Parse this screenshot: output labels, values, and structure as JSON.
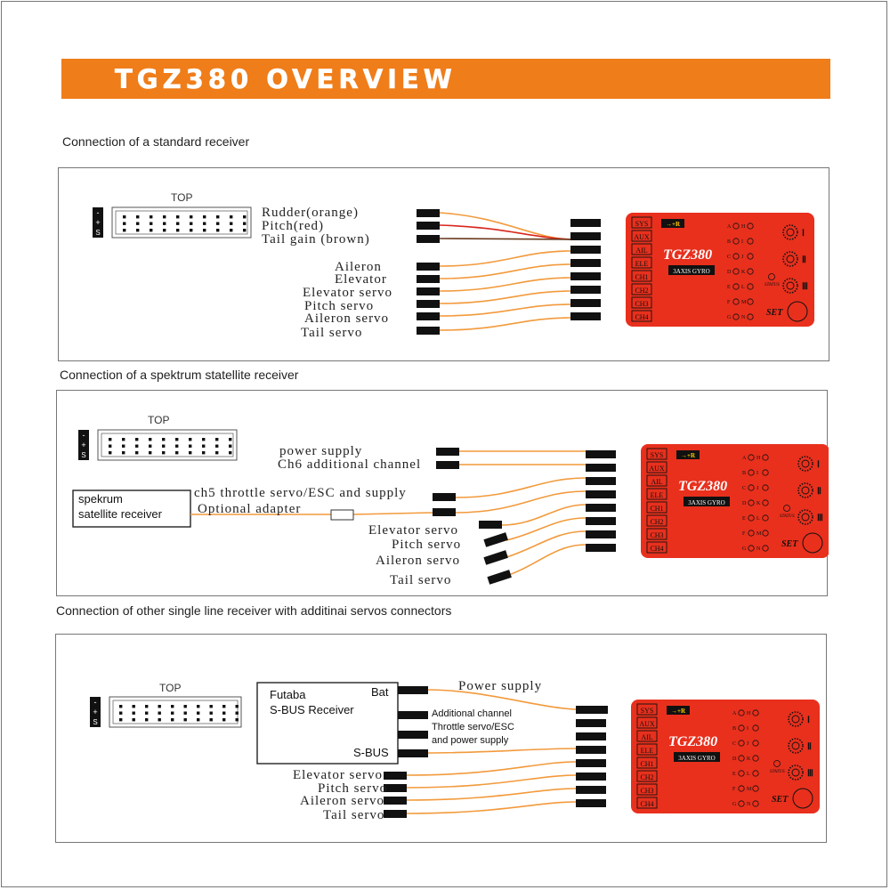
{
  "title": "TGZ380 OVERVIEW",
  "colors": {
    "banner": "#ef7d1a",
    "board": "#e8301d",
    "wire": "#f29a3c",
    "wire_red": "#d9261c",
    "wire_brown": "#6b3a1e"
  },
  "device": {
    "name": "TGZ380",
    "subtitle": "3AXIS GYRO",
    "ports": [
      "SYS",
      "AUX",
      "AIL",
      "ELE",
      "CH1",
      "CH2",
      "CH3",
      "CH4"
    ],
    "leds_left": [
      "A",
      "B",
      "C",
      "D",
      "E",
      "F",
      "G"
    ],
    "leds_right": [
      "H",
      "I",
      "J",
      "K",
      "L",
      "M",
      "N"
    ],
    "knobs": [
      "Ⅰ",
      "Ⅱ",
      "Ⅲ"
    ],
    "status_label": "STATUS",
    "set_label": "SET",
    "top_marker": "→+R"
  },
  "connector": {
    "top_label": "TOP",
    "pins": [
      "-",
      "+",
      "S"
    ]
  },
  "sections": [
    {
      "caption": "Connection  of a standard receiver",
      "labels": [
        "Rudder(orange)",
        "Pitch(red)",
        "Tail gain (brown)",
        "Aileron",
        "Elevator",
        "Elevator servo",
        "Pitch servo",
        "Aileron servo",
        "Tail servo"
      ]
    },
    {
      "caption": "Connection  of a spektrum statellite receiver",
      "receiver": [
        "spekrum",
        "satellite  receiver"
      ],
      "labels": [
        "power supply",
        "Ch6 additional channel",
        "ch5 throttle servo/ESC and supply",
        "Optional adapter",
        "Elevator servo",
        "Pitch servo",
        "Aileron servo",
        "Tail servo"
      ]
    },
    {
      "caption": "Connection  of other single line receiver with additinai servos connectors",
      "receiver": [
        "Futaba",
        "S-BUS Receiver",
        "Bat",
        "S-BUS"
      ],
      "labels": [
        "Power supply",
        "Additional channel",
        "Throttle servo/ESC",
        "and power supply",
        "Elevator servo",
        "Pitch servo",
        "Aileron servo",
        "Tail servo"
      ]
    }
  ]
}
